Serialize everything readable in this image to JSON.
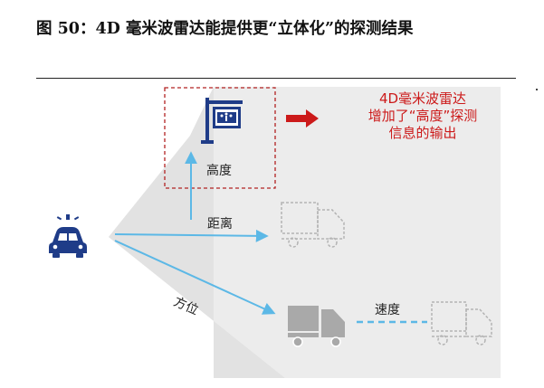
{
  "figure": {
    "title": "图 50：4D 毫米波雷达能提供更“立体化”的探测结果"
  },
  "labels": {
    "height": "高度",
    "distance": "距离",
    "direction": "方位",
    "speed": "速度"
  },
  "note": {
    "line1": "4D毫米波雷达",
    "line2": "增加了“高度”探测",
    "line3": "信息的输出"
  },
  "colors": {
    "accent_red": "#cc1a1a",
    "arrow_blue": "#5cb8e6",
    "icon_navy": "#1f3c88",
    "truck_gray": "#a9a9a9"
  },
  "icons": [
    "car-icon",
    "building-sign-icon",
    "truck-outline-icon",
    "truck-solid-icon",
    "arrow-right-icon"
  ]
}
